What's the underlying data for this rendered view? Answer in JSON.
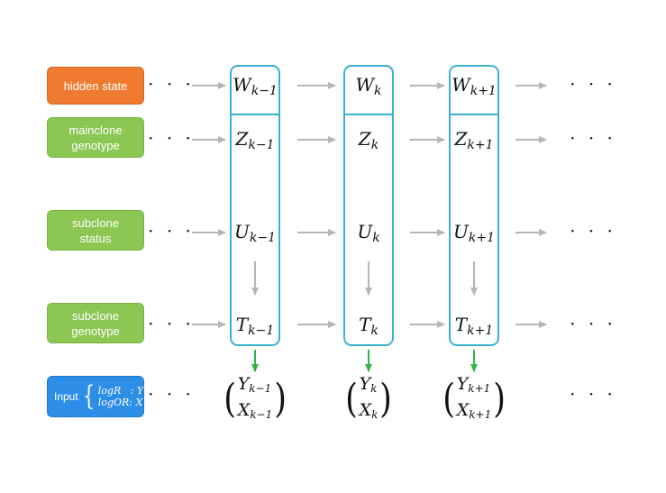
{
  "colors": {
    "hidden_box": "#ee7b30",
    "genotype_box": "#8cc653",
    "input_box": "#2d8ee8",
    "column_border": "#3cb0d4",
    "flow_arrow": "#b5b5b5",
    "emission_arrow": "#2fb44b"
  },
  "labels": {
    "hidden_state": "hidden state",
    "mainclone_line1": "mainclone",
    "mainclone_line2": "genotype",
    "subclone_status_line1": "subclone",
    "subclone_status_line2": "status",
    "subclone_genotype_line1": "subclone",
    "subclone_genotype_line2": "genotype",
    "input_word": "Input",
    "input_brace": "{",
    "input_line1": "logR   : Y",
    "input_line2": "logOR: X"
  },
  "dots": "· · ·",
  "columns": [
    {
      "sub": "k−1",
      "W": "W",
      "Z": "Z",
      "U": "U",
      "T": "T",
      "Y": "Y",
      "X": "X"
    },
    {
      "sub": "k",
      "W": "W",
      "Z": "Z",
      "U": "U",
      "T": "T",
      "Y": "Y",
      "X": "X"
    },
    {
      "sub": "k+1",
      "W": "W",
      "Z": "Z",
      "U": "U",
      "T": "T",
      "Y": "Y",
      "X": "X"
    }
  ],
  "paren_open": "(",
  "paren_close": ")"
}
